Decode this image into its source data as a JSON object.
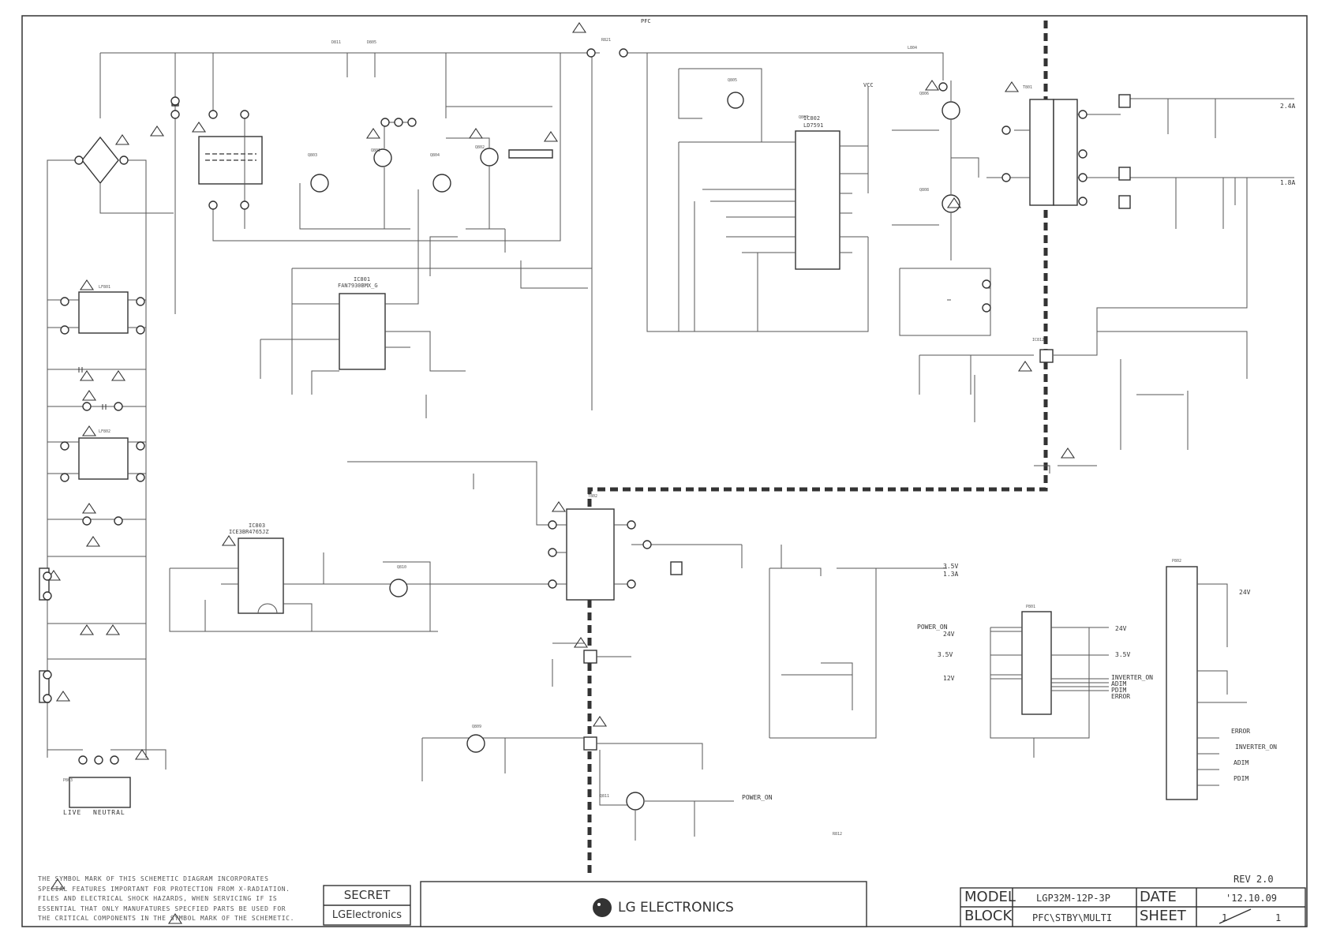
{
  "schematic": {
    "model_label": "MODEL",
    "model_value": "LGP32M-12P-3P",
    "block_label": "BLOCK",
    "block_value": "PFC\\STBY\\MULTI",
    "date_label": "DATE",
    "date_value": "'12.10.09",
    "sheet_label": "SHEET",
    "sheet_current": "1",
    "sheet_total": "1",
    "revision": "REV 2.0",
    "secret_label": "SECRET",
    "company_small": "LGElectronics",
    "company_logo_text": "LG ELECTRONICS",
    "notes": [
      "THE   SYMBOL MARK OF THIS SCHEMETIC DIAGRAM INCORPORATES",
      "SPECIAL FEATURES IMPORTANT FOR PROTECTION FROM X-RADIATION.",
      "FILES AND ELECTRICAL SHOCK HAZARDS, WHEN SERVICING IF IS",
      "ESSENTIAL THAT ONLY MANUFATURES SPECFIED PARTS BE USED FOR",
      "THE CRITICAL COMPONENTS IN THE    SYMBOL MARK OF THE SCHEMETIC."
    ],
    "ic_labels": {
      "pfc_ic": "IC801",
      "pfc_ic_part": "FAN7930BMX_G",
      "llc_ic": "IC802",
      "llc_ic_part": "LD7591",
      "stby_ic": "IC803",
      "stby_ic_part": "ICE3BR4765JZ"
    },
    "outputs": {
      "out_24v": "24V",
      "out_24v_current": "2.4A",
      "out_12v_current": "1.8A",
      "out_3v5": "3.5V",
      "out_3v5_current": "1.3A",
      "vcc": "VCC",
      "pfc": "PFC"
    },
    "input_connector": {
      "live": "LIVE",
      "neutral": "NEUTRAL"
    },
    "signals": {
      "power_on": "POWER_ON",
      "power_on_net": "POWER_ON",
      "v24": "24V",
      "v3_5": "3.5V",
      "v12": "12V",
      "inverter_on": "INVERTER_ON",
      "adim": "ADIM",
      "pdim": "PDIM",
      "error": "ERROR",
      "conn_24v": "24V",
      "conn_3v5": "3.5V",
      "conn_error": "ERROR",
      "conn_inverter": "INVERTER_ON",
      "conn_adim": "ADIM",
      "conn_pdim": "PDIM",
      "conn_24v_top": "24V"
    }
  }
}
